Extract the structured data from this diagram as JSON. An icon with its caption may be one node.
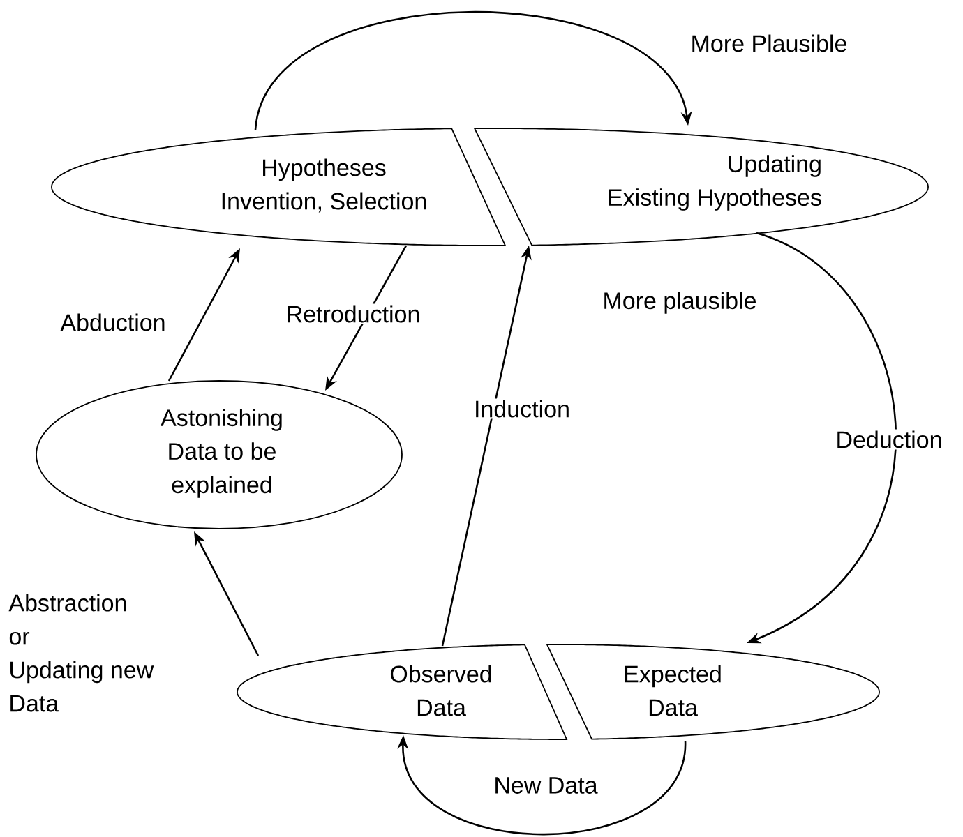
{
  "diagram": {
    "nodes": [
      {
        "text": [
          "Hypotheses Invention, Selection"
        ]
      },
      {
        "text": [
          "Updating Existing Hypotheses"
        ]
      },
      {
        "text": [
          "Astonishing Data to be explained"
        ]
      },
      {
        "text": [
          "Observed Data"
        ]
      },
      {
        "text": [
          "Expected Data"
        ]
      }
    ],
    "edges": [
      {
        "from": 0,
        "to": 1,
        "arrow": "to",
        "label": "More Plausible"
      },
      {
        "from": 2,
        "to": 0,
        "arrow": "to",
        "label": "Abduction"
      },
      {
        "from": 0,
        "to": 2,
        "arrow": "to",
        "label": "Retroduction"
      },
      {
        "from": 3,
        "to": 1,
        "arrow": "to",
        "label": "Induction"
      },
      {
        "from": 1,
        "to": 4,
        "arrow": "to",
        "label": "Deduction"
      },
      {
        "from": 3,
        "to": 2,
        "arrow": "to",
        "label": "Abstraction or Updating new Data"
      },
      {
        "from": 4,
        "to": 3,
        "arrow": "to",
        "label": "New Data"
      }
    ],
    "labels": [
      "More plausible"
    ]
  }
}
